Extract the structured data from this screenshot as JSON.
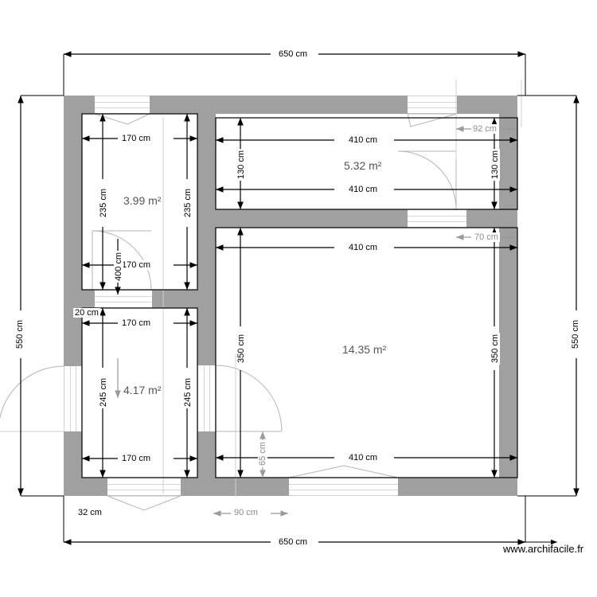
{
  "plan": {
    "watermark": "www.archifacile.fr",
    "units": "cm",
    "overall": {
      "top_width": "650 cm",
      "bottom_width": "650 cm",
      "left_height": "550 cm",
      "right_height": "550 cm"
    },
    "rooms": [
      {
        "id": "room-top-left",
        "area": "3.99 m²",
        "width": "170 cm",
        "height": "235 cm"
      },
      {
        "id": "room-bottom-left",
        "area": "4.17 m²",
        "width": "170 cm",
        "height": "245 cm"
      },
      {
        "id": "room-top-right",
        "area": "5.32 m²",
        "width": "410 cm",
        "height": "130 cm"
      },
      {
        "id": "room-main",
        "area": "14.35 m²",
        "width": "410 cm",
        "height": "350 cm"
      }
    ],
    "dimensions": {
      "top_overall": "650 cm",
      "bottom_overall": "650 cm",
      "left_overall": "550 cm",
      "right_overall": "550 cm",
      "tl_width_top": "170 cm",
      "tl_width_bottom": "170 cm",
      "tl_height_left": "235 cm",
      "tl_height_right": "235 cm",
      "tl_door_width": "400 cm",
      "bl_width_top": "170 cm",
      "bl_width_bottom": "170 cm",
      "bl_height_left": "245 cm",
      "bl_height_right": "245 cm",
      "bl_offset": "20 cm",
      "tr_width_top": "410 cm",
      "tr_width_bottom": "410 cm",
      "tr_height_left": "130 cm",
      "tr_height_right": "130 cm",
      "tr_window_offset": "92 cm",
      "main_width_top": "410 cm",
      "main_width_bottom": "410 cm",
      "main_height_left": "350 cm",
      "main_height_right": "350 cm",
      "main_offset_right": "70 cm",
      "main_door_offset": "65 cm",
      "bottom_window_left": "32 cm",
      "bottom_gap": "90 cm"
    }
  }
}
